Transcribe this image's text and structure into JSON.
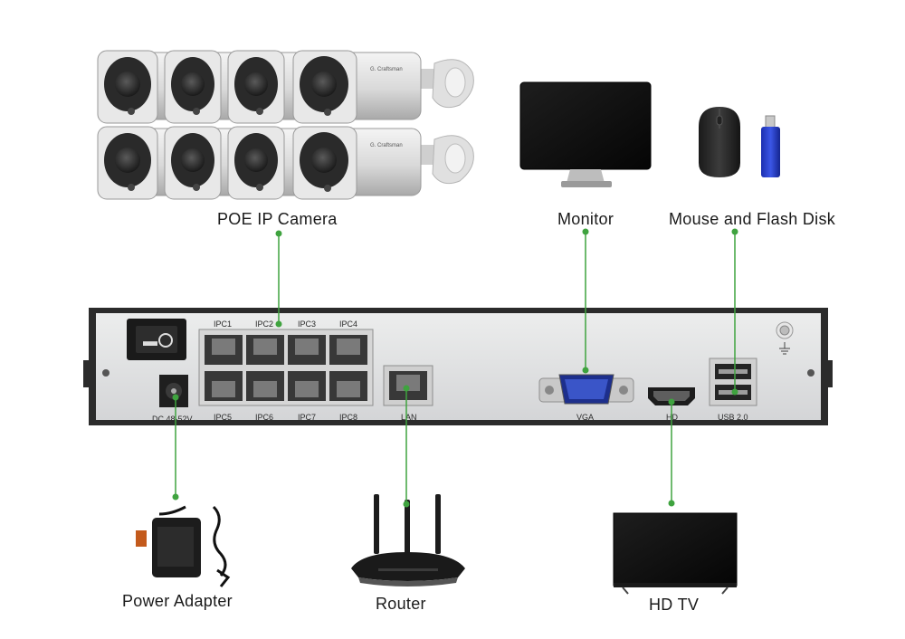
{
  "labels": {
    "camera": "POE IP Camera",
    "monitor": "Monitor",
    "mouse_flash": "Mouse and Flash Disk",
    "power": "Power Adapter",
    "router": "Router",
    "hdtv": "HD TV"
  },
  "ports": {
    "ipc": [
      "IPC1",
      "IPC2",
      "IPC3",
      "IPC4",
      "IPC5",
      "IPC6",
      "IPC7",
      "IPC8"
    ],
    "dc": "DC 48-52V",
    "lan": "LAN",
    "vga": "VGA",
    "hd": "HD",
    "usb": "USB 2.0"
  },
  "camera_brand": "G. Craftsman",
  "colors": {
    "connector": "#3fa33f",
    "nvr_body": "#e3e4e6",
    "nvr_frame": "#2b2b2b"
  }
}
